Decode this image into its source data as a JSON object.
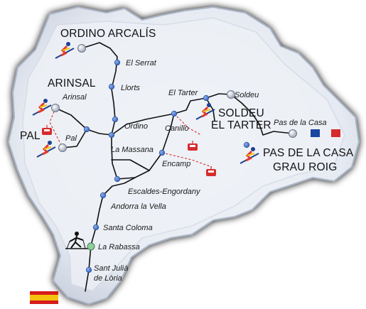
{
  "colors": {
    "land": "#e6eaf2",
    "land_edge": "#a9b4c6",
    "road": "#111111",
    "town_dot": "#3b6fc9",
    "resort_dot": "#b9c0cc",
    "lift": "#d62c2c",
    "flag_france_blue": "#17479e",
    "flag_france_red": "#d62b2b",
    "flag_spain_red": "#d61c1c",
    "flag_spain_yellow": "#f4c20d"
  },
  "resorts": [
    {
      "id": "ordino-arcalis",
      "lines": [
        "ORDINO ARCALÍS"
      ]
    },
    {
      "id": "arinsal",
      "lines": [
        "ARINSAL"
      ]
    },
    {
      "id": "pal",
      "lines": [
        "PAL"
      ]
    },
    {
      "id": "soldeu-el-tarter",
      "lines": [
        "SOLDEU",
        "EL TARTER"
      ]
    },
    {
      "id": "pas-de-la-casa-grau-roig",
      "lines": [
        "PAS DE LA CASA",
        "GRAU ROIG"
      ]
    }
  ],
  "towns": [
    {
      "id": "el-serrat",
      "name": "El Serrat"
    },
    {
      "id": "llorts",
      "name": "Llorts"
    },
    {
      "id": "arinsal",
      "name": "Arinsal"
    },
    {
      "id": "el-tarter",
      "name": "El Tarter"
    },
    {
      "id": "soldeu",
      "name": "Soldeu"
    },
    {
      "id": "pas-de-la-casa",
      "name": "Pas de la Casa"
    },
    {
      "id": "ordino",
      "name": "Ordino"
    },
    {
      "id": "canillo",
      "name": "Canillo"
    },
    {
      "id": "pal",
      "name": "Pal"
    },
    {
      "id": "la-massana",
      "name": "La Massana"
    },
    {
      "id": "encamp",
      "name": "Encamp"
    },
    {
      "id": "escaldes-engordany",
      "name": "Escaldes-Engordany"
    },
    {
      "id": "andorra-la-vella",
      "name": "Andorra la Vella"
    },
    {
      "id": "santa-coloma",
      "name": "Santa Coloma"
    },
    {
      "id": "la-rabassa",
      "name": "La Rabassa"
    },
    {
      "id": "sant-julia",
      "name": "Sant Julià",
      "line2": "de Lòria"
    }
  ]
}
